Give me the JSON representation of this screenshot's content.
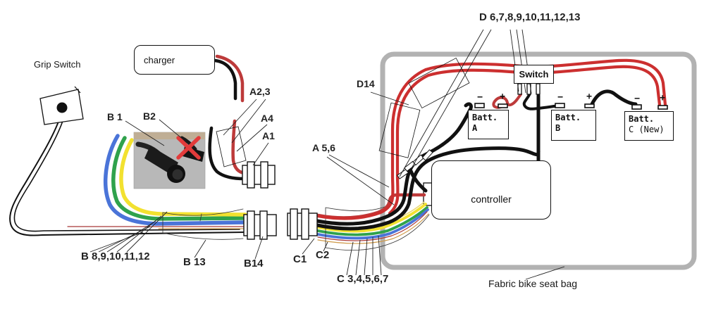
{
  "labels": {
    "grip_switch": "Grip Switch",
    "charger": "charger",
    "switch": "Switch",
    "controller": "controller",
    "bag": "Fabric bike seat bag",
    "battery_a": {
      "line1": "Batt.",
      "line2": "A"
    },
    "battery_b": {
      "line1": "Batt.",
      "line2": "B"
    },
    "battery_c": {
      "line1": "Batt.",
      "line2": "C (New)"
    },
    "terminal": {
      "minus": "−",
      "plus": "+"
    }
  },
  "callouts": {
    "b1": "B 1",
    "b2": "B2",
    "a23": "A2,3",
    "a4": "A4",
    "a1": "A1",
    "a56": "A 5,6",
    "d14": "D14",
    "d6_13": "D 6,7,8,9,10,11,12,13",
    "b8_12": "B 8,9,10,11,12",
    "b13": "B 13",
    "b14": "B14",
    "c1": "C1",
    "c2": "C2",
    "c3_7": "C 3,4,5,6,7"
  },
  "colors": {
    "wire_red": "#bd3a3a",
    "wire_red_bright": "#cc2f2f",
    "wire_black": "#111111",
    "wire_blue": "#4a74d8",
    "wire_green": "#2fa24c",
    "wire_yellow": "#f2e130",
    "wire_pale_yellow": "#ead97a",
    "wire_thin_red": "#a83838",
    "wire_thin_orange": "#cf9b4a",
    "bag_border": "#b2b2b2",
    "photo_background": "#b8b8b8",
    "x_mark_red": "#e23b3b"
  }
}
